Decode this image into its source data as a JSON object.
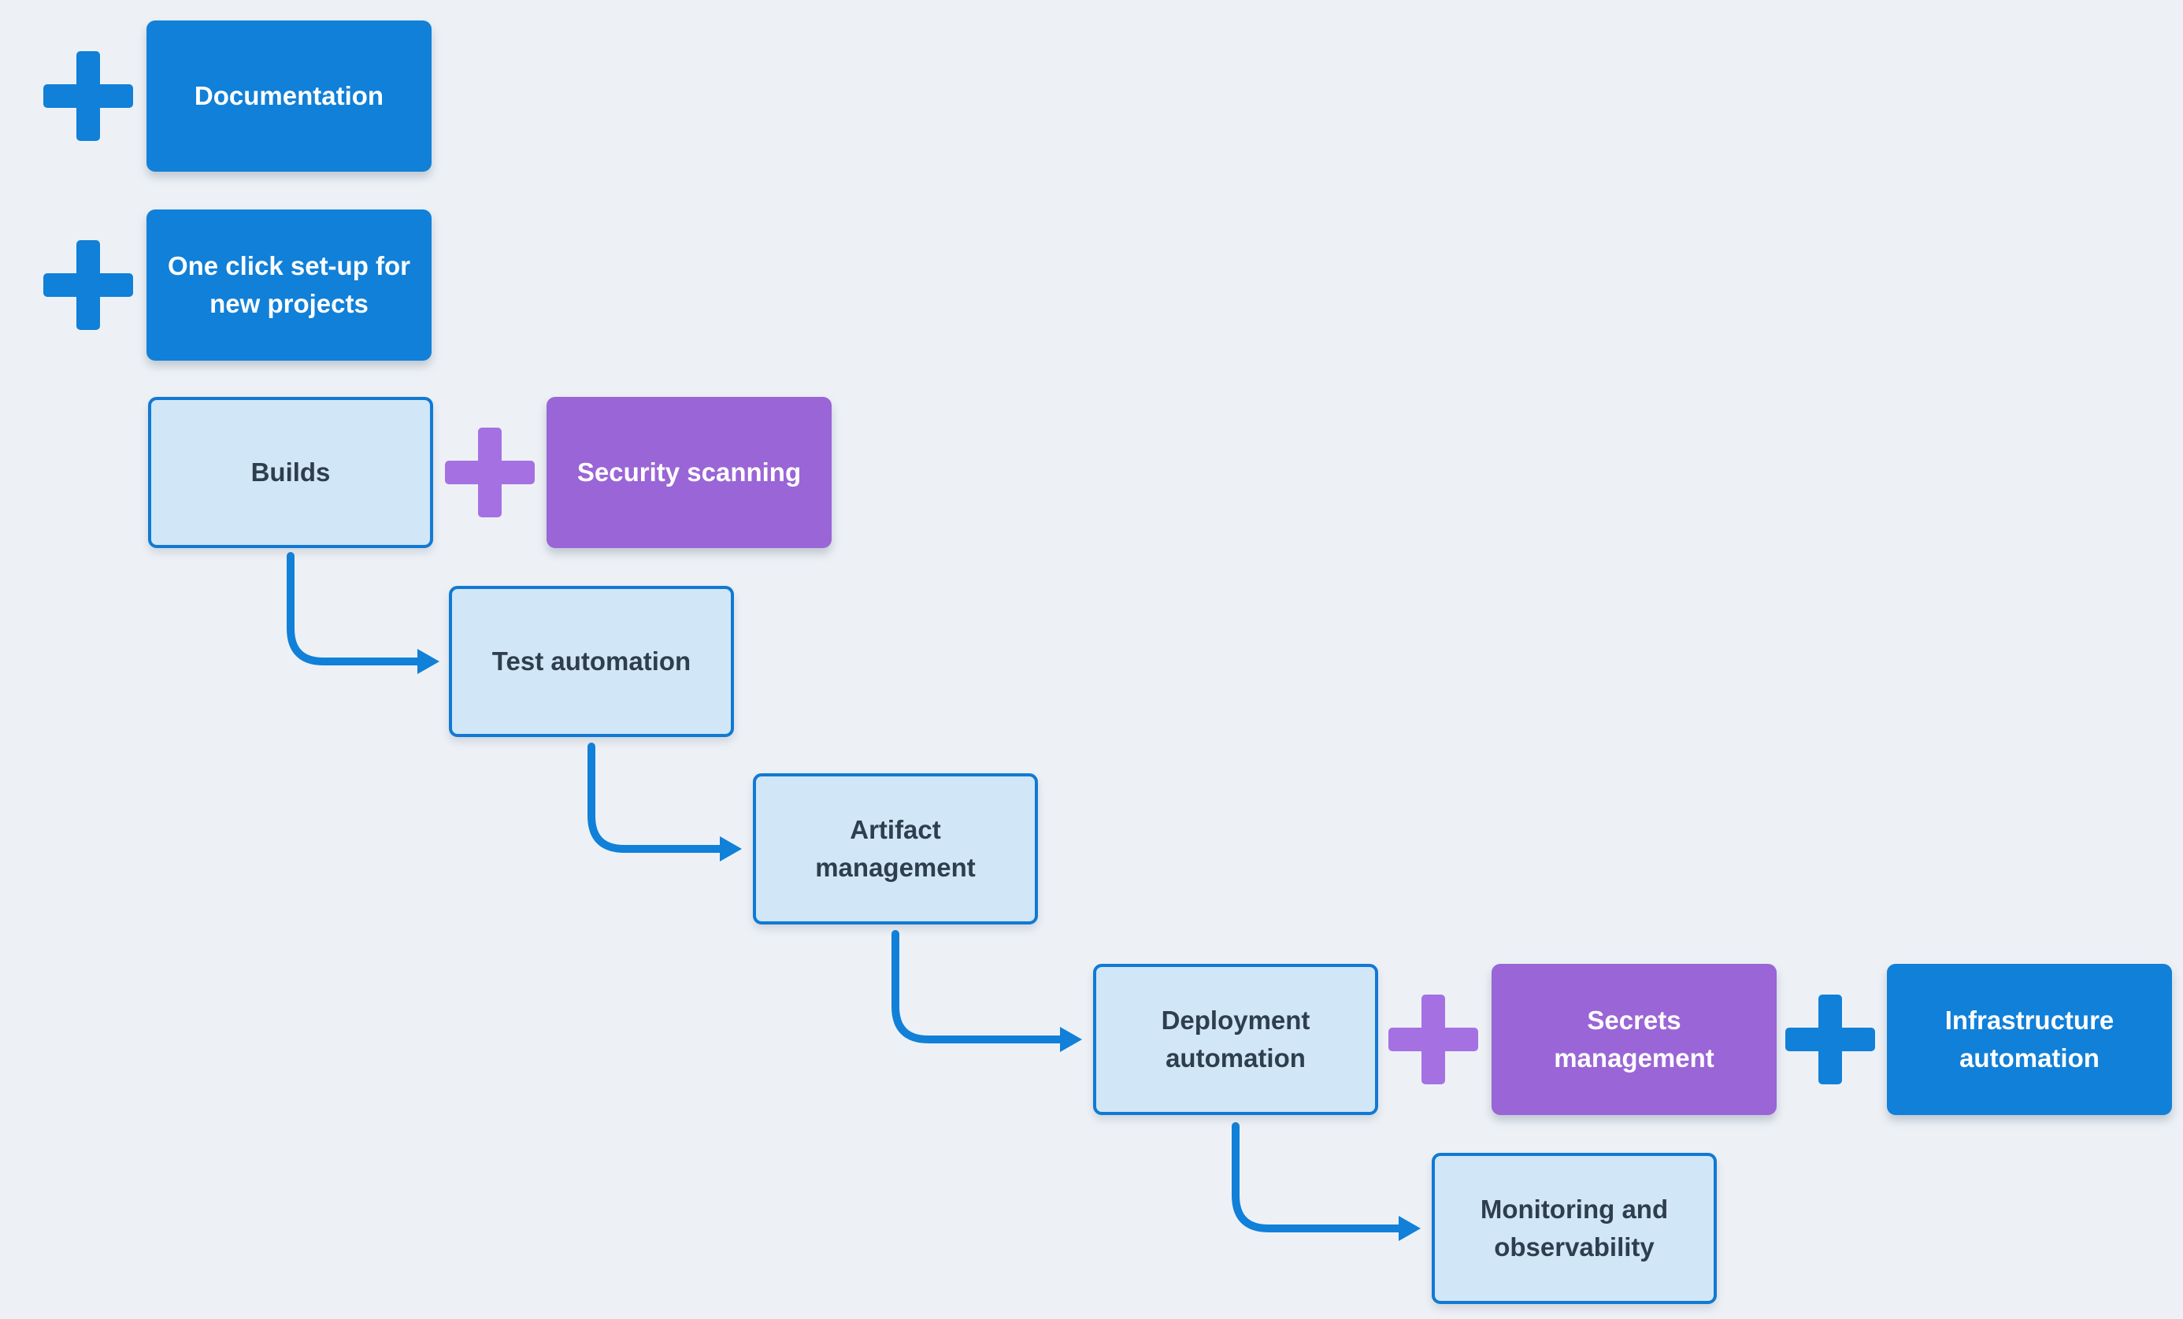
{
  "diagram": {
    "background_color": "#edf1f6",
    "palette": {
      "blue": "#1180d8",
      "purple_box": "#9a65d6",
      "purple_plus": "#a571e2",
      "light_blue_fill": "#d1e6f7",
      "light_blue_border": "#1179d3",
      "dark_text": "#2d3e4f",
      "white_text": "#ffffff",
      "arrow": "#1180d8"
    },
    "nodes": [
      {
        "id": "documentation",
        "label": "Documentation",
        "style": "solid-blue"
      },
      {
        "id": "one-click-setup",
        "label": "One click set-up for\nnew projects",
        "style": "solid-blue"
      },
      {
        "id": "builds",
        "label": "Builds",
        "style": "outlined-light"
      },
      {
        "id": "security-scanning",
        "label": "Security scanning",
        "style": "solid-purple"
      },
      {
        "id": "test-automation",
        "label": "Test automation",
        "style": "outlined-light"
      },
      {
        "id": "artifact-management",
        "label": "Artifact\nmanagement",
        "style": "outlined-light"
      },
      {
        "id": "deployment-automation",
        "label": "Deployment\nautomation",
        "style": "outlined-light"
      },
      {
        "id": "secrets-management",
        "label": "Secrets\nmanagement",
        "style": "solid-purple"
      },
      {
        "id": "infrastructure-automation",
        "label": "Infrastructure\nautomation",
        "style": "solid-blue"
      },
      {
        "id": "monitoring-observability",
        "label": "Monitoring and\nobservability",
        "style": "outlined-light"
      }
    ],
    "plus_icons": [
      {
        "attached_to": "documentation",
        "color": "blue"
      },
      {
        "attached_to": "one-click-setup",
        "color": "blue"
      },
      {
        "between": [
          "builds",
          "security-scanning"
        ],
        "color": "purple"
      },
      {
        "between": [
          "deployment-automation",
          "secrets-management"
        ],
        "color": "purple"
      },
      {
        "between": [
          "secrets-management",
          "infrastructure-automation"
        ],
        "color": "blue"
      }
    ],
    "connections": [
      {
        "from": "builds",
        "to": "test-automation"
      },
      {
        "from": "test-automation",
        "to": "artifact-management"
      },
      {
        "from": "artifact-management",
        "to": "deployment-automation"
      },
      {
        "from": "deployment-automation",
        "to": "monitoring-observability"
      }
    ]
  }
}
